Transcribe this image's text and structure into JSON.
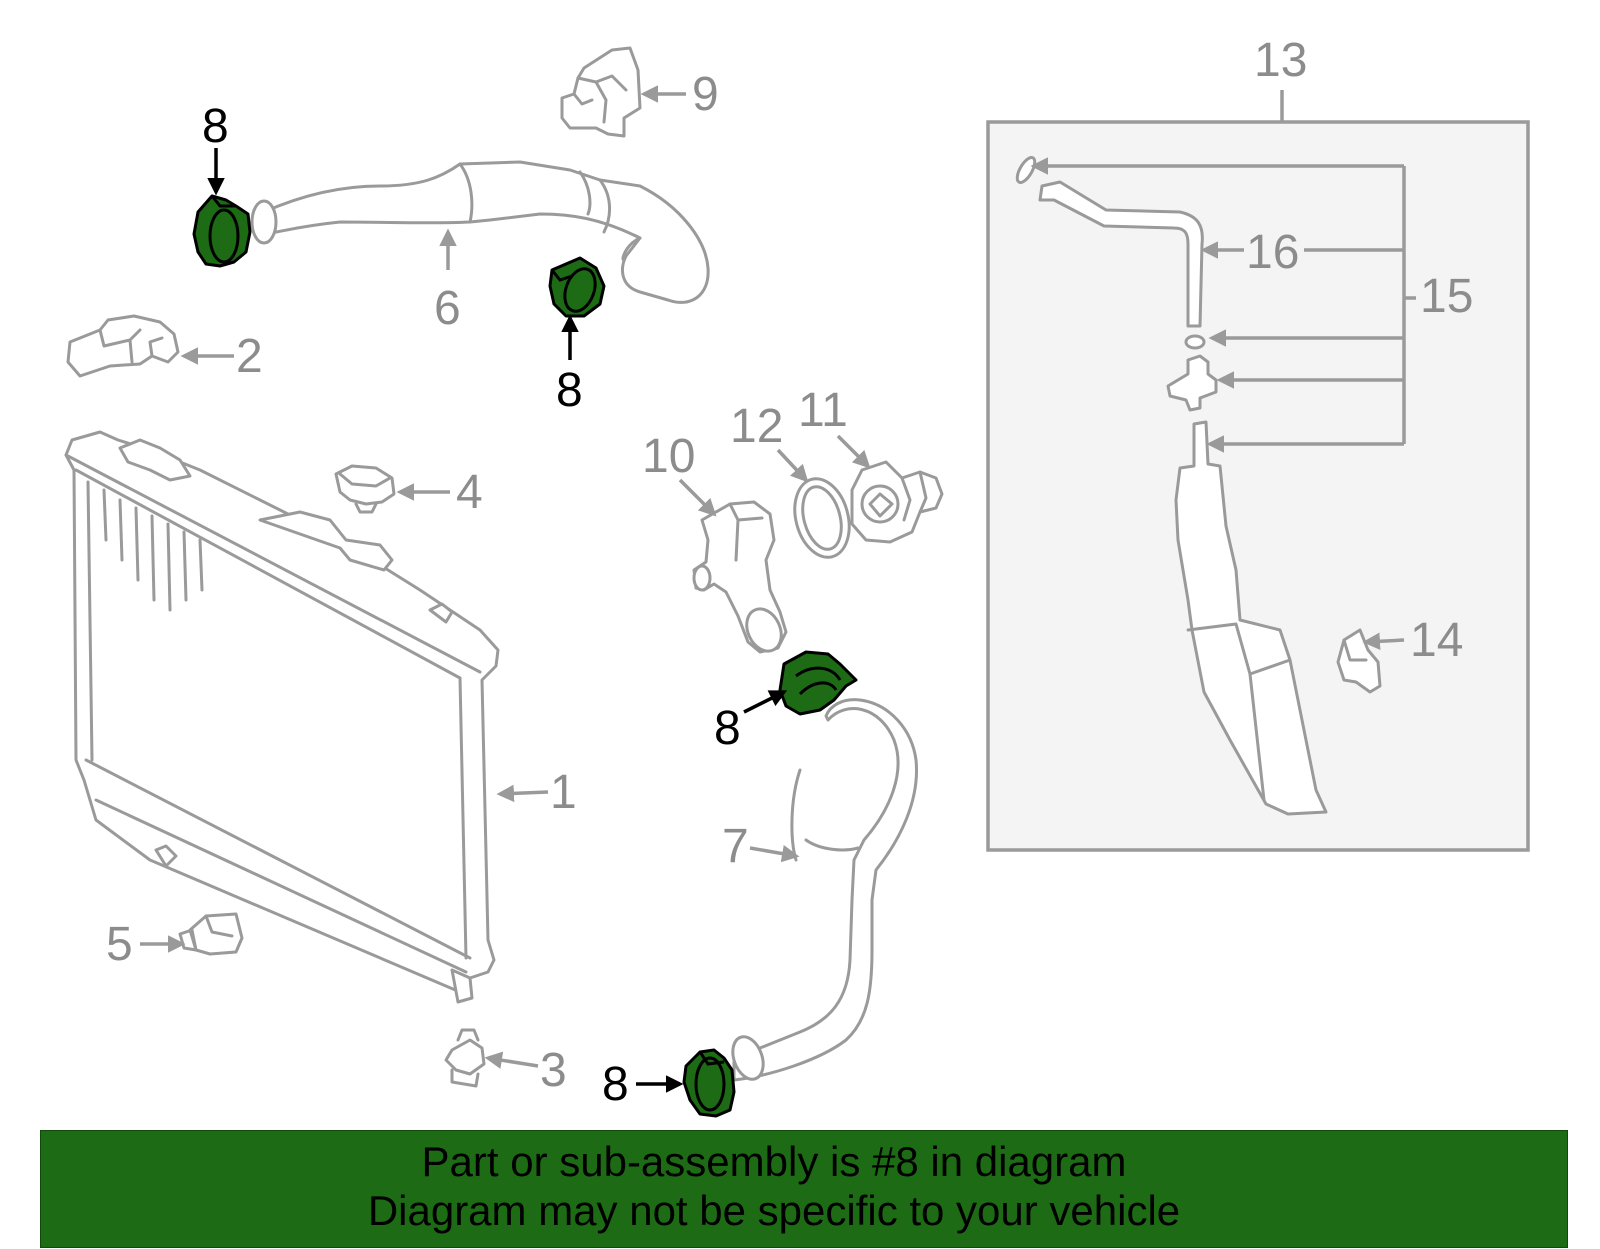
{
  "callouts": {
    "c1": "1",
    "c2": "2",
    "c3": "3",
    "c4": "4",
    "c5": "5",
    "c6": "6",
    "c7": "7",
    "c8a": "8",
    "c8b": "8",
    "c8c": "8",
    "c8d": "8",
    "c9": "9",
    "c10": "10",
    "c11": "11",
    "c12": "12",
    "c13": "13",
    "c14": "14",
    "c15": "15",
    "c16": "16"
  },
  "highlighted_part": "8",
  "colors": {
    "highlight": "#1d6b14",
    "parts": "#9a9a9a",
    "banner": "#1d6b14"
  },
  "banner": {
    "line1": "Part or sub-assembly is #8 in diagram",
    "line2": "Diagram may not be specific to your vehicle"
  }
}
